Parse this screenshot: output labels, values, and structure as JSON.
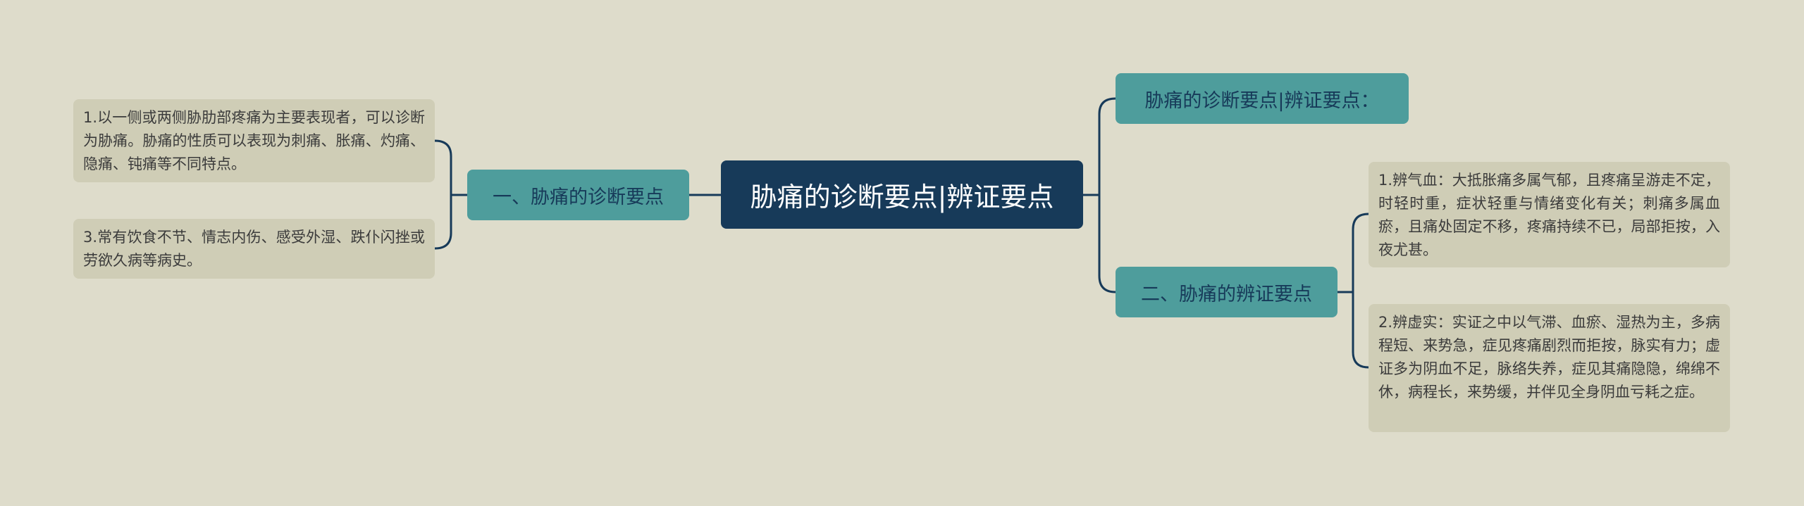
{
  "mindmap": {
    "root": "胁痛的诊断要点|辨证要点",
    "left": {
      "branch": "一、胁痛的诊断要点",
      "leaves": [
        "1.以一侧或两侧胁肋部疼痛为主要表现者，可以诊断为胁痛。胁痛的性质可以表现为刺痛、胀痛、灼痛、隐痛、钝痛等不同特点。",
        "3.常有饮食不节、情志内伤、感受外湿、跌仆闪挫或劳欲久病等病史。"
      ]
    },
    "right": {
      "top_branch": "胁痛的诊断要点|辨证要点：",
      "branch": "二、胁痛的辨证要点",
      "leaves": [
        "1.辨气血：大抵胀痛多属气郁，且疼痛呈游走不定，时轻时重，症状轻重与情绪变化有关；刺痛多属血瘀，且痛处固定不移，疼痛持续不已，局部拒按，入夜尤甚。",
        "2.辨虚实：实证之中以气滞、血瘀、湿热为主，多病程短、来势急，症见疼痛剧烈而拒按，脉实有力；虚证多为阴血不足，脉络失养，症见其痛隐隐，绵绵不休，病程长，来势缓，并伴见全身阴血亏耗之症。"
      ]
    }
  },
  "colors": {
    "background": "#dedccb",
    "root_fill": "#173a59",
    "branch_fill": "#4e9d9c",
    "leaf_fill": "#cfcdb6",
    "connector": "#173a59"
  }
}
